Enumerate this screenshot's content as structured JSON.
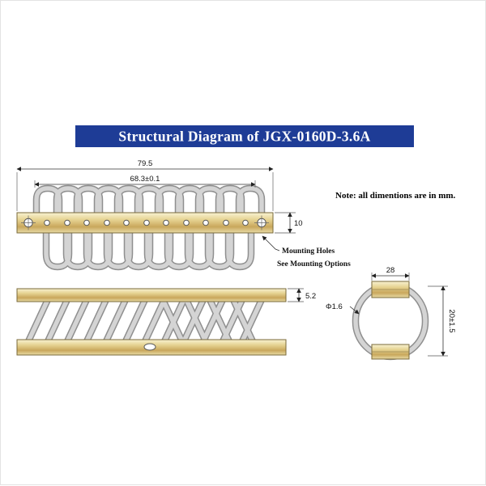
{
  "title": "Structural Diagram of JGX-0160D-3.6A",
  "note": "Note: all dimentions are in mm.",
  "front_view": {
    "dim_overall_width": "79.5",
    "dim_inner_width": "68.3±0.1",
    "dim_bar_height": "10",
    "mounting_holes_label": "Mounting Holes",
    "mounting_options_label": "See Mounting Options"
  },
  "side_view": {
    "dim_bar_thickness": "5.2"
  },
  "end_view": {
    "dim_width": "28",
    "dim_height": "20±1.5",
    "dim_wire_diameter": "Φ1.6"
  },
  "colors": {
    "banner_blue": "#1e3c96",
    "bar_gold": "#d9c37a",
    "wire_gray": "#c9c9c9"
  }
}
